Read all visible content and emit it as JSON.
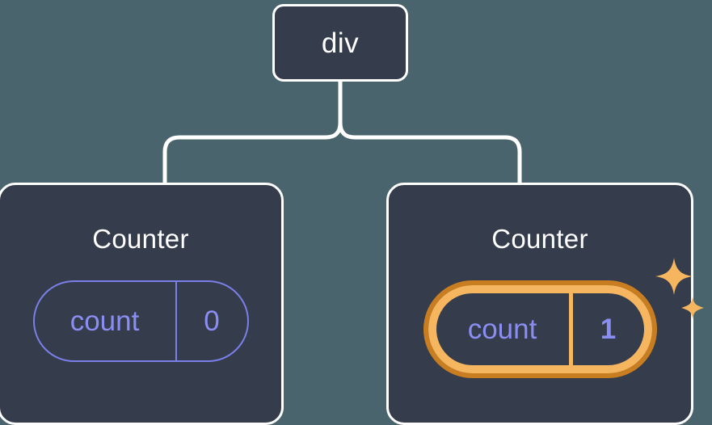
{
  "diagram": {
    "title": "React component tree with highlighted state update",
    "background_color": "#4a646d",
    "node_fill": "#353c4c",
    "node_stroke": "#ffffff",
    "state_color": "#8a8ef2",
    "highlight_outer_color": "#c97d21",
    "highlight_inner_color": "#f6b55f",
    "connector_color": "#ffffff"
  },
  "root": {
    "label": "div"
  },
  "children": [
    {
      "title": "Counter",
      "state": {
        "key": "count",
        "value": "0"
      },
      "highlighted": false
    },
    {
      "title": "Counter",
      "state": {
        "key": "count",
        "value": "1"
      },
      "highlighted": true,
      "sparkles": [
        {
          "name": "sparkle-large"
        },
        {
          "name": "sparkle-small"
        }
      ]
    }
  ]
}
